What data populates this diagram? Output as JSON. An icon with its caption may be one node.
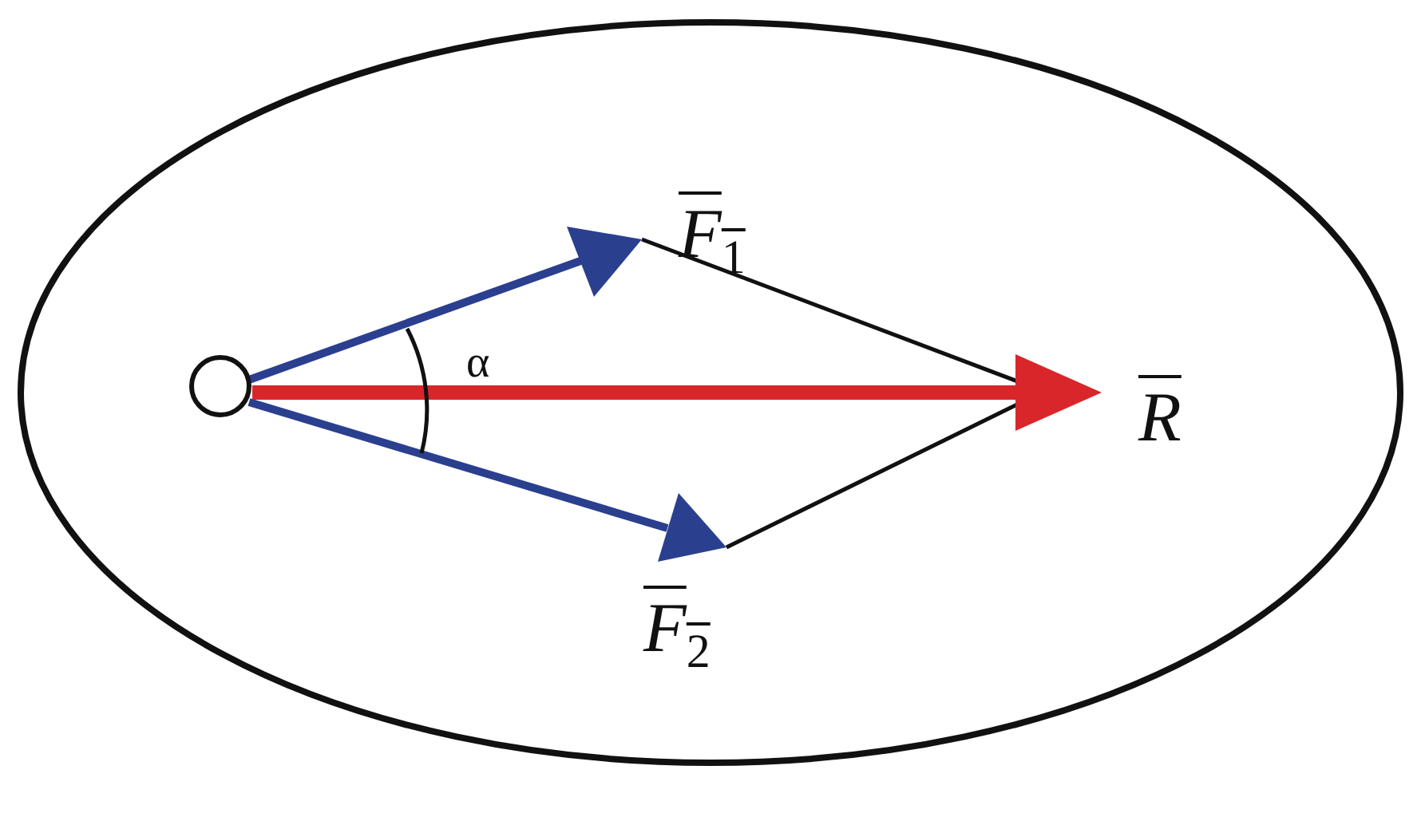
{
  "diagram": {
    "labels": [
      "F$_{1}$",
      "α",
      "R",
      "F$_{2}$"
    ]
  }
}
